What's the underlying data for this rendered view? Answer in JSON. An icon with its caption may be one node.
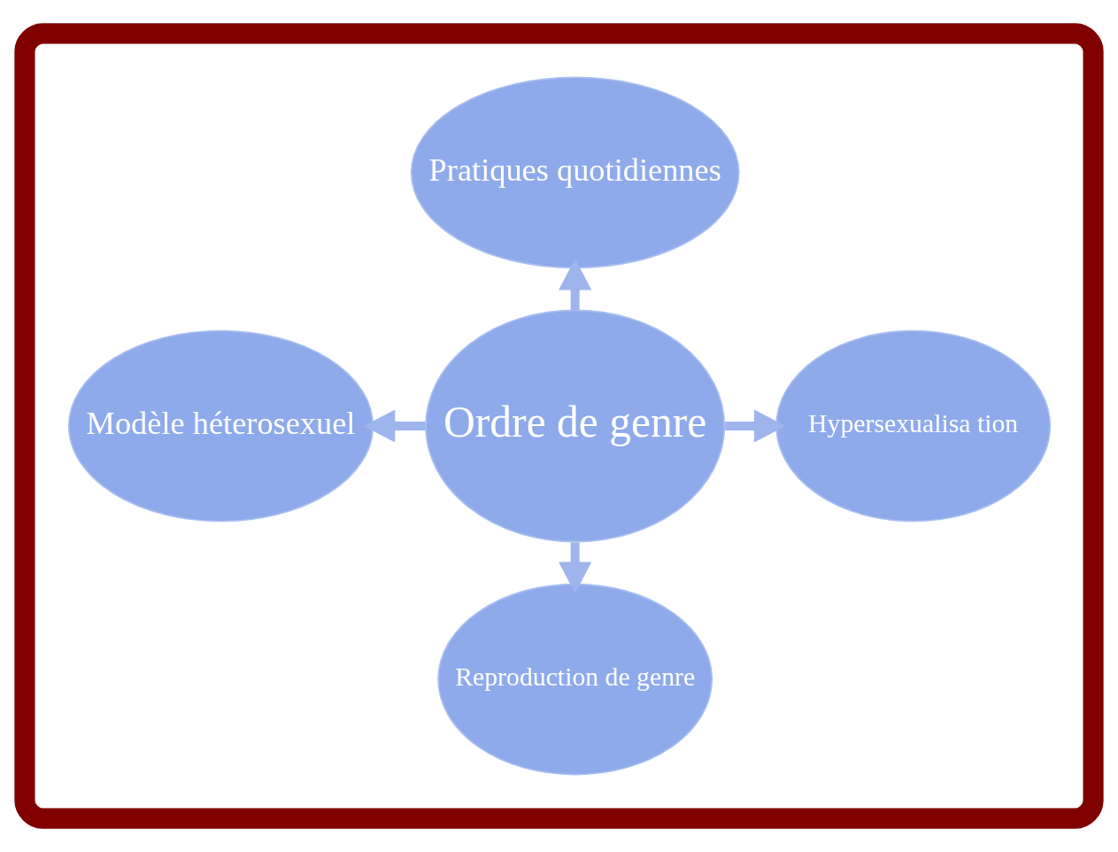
{
  "diagram": {
    "nodes": [
      {
        "text": [],
        "shape": "ellipse"
      },
      {
        "text": [
          "Ordre de genre"
        ],
        "in": 0
      },
      {
        "text": [
          "Pratiques quotidiennes"
        ],
        "in": 0
      },
      {
        "text": [
          "Hypersexualisa tion"
        ],
        "in": 0
      },
      {
        "text": [
          "Reproduction de genre"
        ],
        "in": 0
      },
      {
        "text": [
          "Modèle héterosexuel"
        ],
        "in": 0
      }
    ],
    "edges": [
      {
        "from": 1,
        "to": 2,
        "arrow": "to"
      },
      {
        "from": 1,
        "to": 3,
        "arrow": "to"
      },
      {
        "from": 1,
        "to": 4,
        "arrow": "to"
      },
      {
        "from": 1,
        "to": 5,
        "arrow": "to"
      }
    ]
  }
}
